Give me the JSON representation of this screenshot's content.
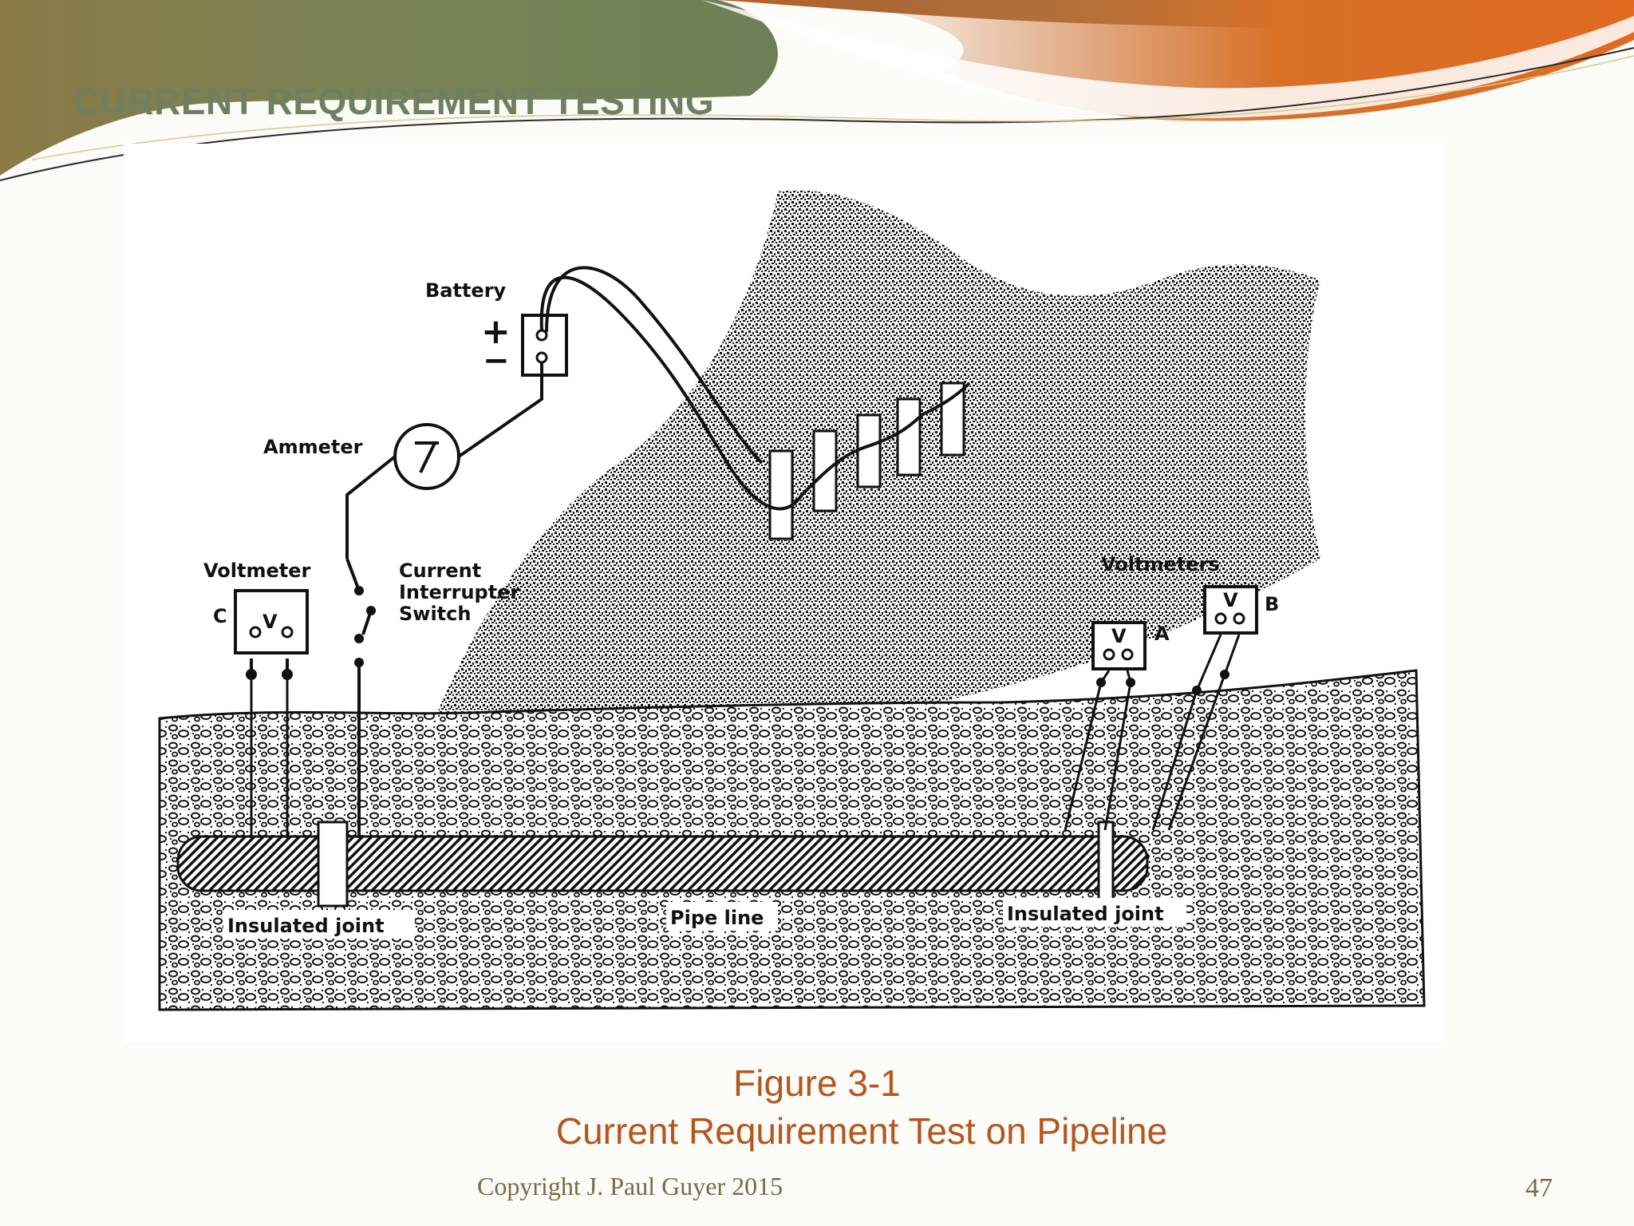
{
  "slide": {
    "title": "CURRENT REQUIREMENT TESTING",
    "figure_number": "Figure 3-1",
    "figure_caption": "Current Requirement Test on Pipeline",
    "copyright": "Copyright J. Paul Guyer 2015",
    "page_number": "47"
  },
  "diagram": {
    "battery": "Battery",
    "plus": "+",
    "minus": "−",
    "ammeter": "Ammeter",
    "voltmeter": "Voltmeter",
    "voltmeters": "Voltmeters",
    "switch_line1": "Current",
    "switch_line2": "Interrupter",
    "switch_line3": "Switch",
    "letter_c": "C",
    "letter_a": "A",
    "letter_b": "B",
    "v_symbol": "V",
    "insulated_joint_left": "Insulated joint",
    "insulated_joint_right": "Insulated joint",
    "pipe_line": "Pipe line"
  },
  "colors": {
    "accent_orange": "#e06a20",
    "accent_olive": "#7f8a5a",
    "caption": "#b5561e",
    "title": "#6e8060"
  }
}
